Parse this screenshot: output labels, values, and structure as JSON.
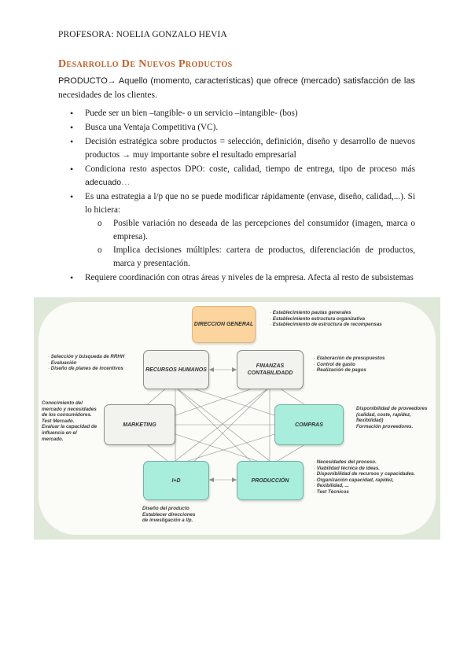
{
  "header": {
    "professor": "PROFESORA: NOELIA GONZALO HEVIA"
  },
  "title": "Desarrollo De Nuevos Productos",
  "intro": {
    "lead": "PRODUCTO→ Aquello (momento, características) que ofrece (mercado) satisfacción de las",
    "rest": "necesidades de los clientes."
  },
  "bullets": [
    "Puede ser un bien –tangible- o un servicio –intangible- (bos)",
    "Busca una Ventaja Competitiva (VC).",
    "Decisión estratégica sobre productos = selección, definición, diseño y desarrollo de nuevos productos → muy importante sobre el resultado empresarial",
    "Condiciona resto aspectos DPO: coste, calidad, tiempo de entrega, tipo de proceso más",
    "Es una estrategia a l/p que no se puede modificar rápidamente (envase, diseño, calidad,...). Si lo hiciera:",
    "Requiere coordinación con otras áreas y niveles de la empresa. Afecta al resto de subsistemas"
  ],
  "bullet4_tail": "adecuado",
  "bullet4_ellipsis": "…",
  "sub_bullets": [
    "Posible variación no deseada de las percepciones del consumidor (imagen, marca o empresa).",
    "Implica decisiones múltiples: cartera de productos, diferenciación de productos, marca y presentación."
  ],
  "diagram": {
    "boxes": {
      "direccion": "DIRECCION GENERAL",
      "rrhh": "RECURSOS HUMANOS",
      "finanzas": "FINANZAS CONTABILIDADD",
      "marketing": "MARKETING",
      "compras": "COMPRAS",
      "id": "I+D",
      "produccion": "PRODUCCIÓN"
    },
    "notes": {
      "direccion": [
        "Establecimiento pautas generales",
        "Establecimiento estructura organizativa",
        "Establecimiento de estructura de recompensas"
      ],
      "rrhh": [
        "Selección y búsqueda de RRHH",
        "Evaluación",
        "Diseño de planes de incentivos"
      ],
      "finanzas": [
        "Elaboración de presupuestos",
        "Control de gasto",
        "Realización de pagos"
      ],
      "marketing": [
        "Conocimiento  del",
        "mercado y necesidades",
        "de los consumidores.",
        "Test Mercado.",
        "Evaluar la capacidad de",
        "influencia en el",
        "mercado."
      ],
      "compras": [
        "Disponibilidad de proveedores",
        "(calidad, coste, rapidez,",
        "flexibilidad)",
        "Formación proveedores."
      ],
      "produccion": [
        "Necesidades del proceso.",
        "Viabilidad técnica de ideas.",
        "Disponibilidad de recursos y capacidades.",
        "Organización capacidad, rapidez,",
        "flexibilidad, ...",
        "Test Técnicos"
      ],
      "id": [
        "Diseño del producto",
        "Establecer direcciones",
        "de investigación a l/p."
      ]
    },
    "colors": {
      "teal": "#a9eddc",
      "orange": "#fbd49e",
      "grey": "#f2f3ef",
      "frame": "#dfe8d9",
      "title": "#c0612b"
    }
  }
}
